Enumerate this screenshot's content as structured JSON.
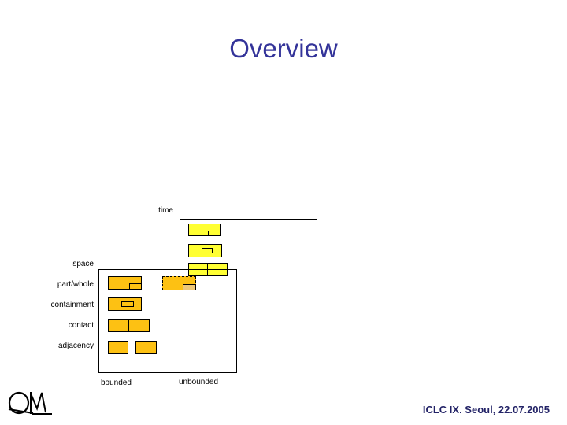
{
  "slide": {
    "title": "Overview",
    "footer": "ICLC IX. Seoul, 22.07.2005"
  },
  "colors": {
    "background": "#ffffff",
    "title_text": "#333399",
    "footer_text": "#222266",
    "outline": "#000000",
    "space_fill": "#fdc113",
    "time_fill": "#ffff33",
    "overlap_sub_fill": "#eec878"
  },
  "diagram": {
    "time_label": "time",
    "space_label": "space",
    "row_labels": [
      "part/whole",
      "containment",
      "contact",
      "adjacency"
    ],
    "column_labels": [
      "bounded",
      "unbounded"
    ]
  },
  "logo": {
    "icon": "qm-monogram-logo"
  }
}
